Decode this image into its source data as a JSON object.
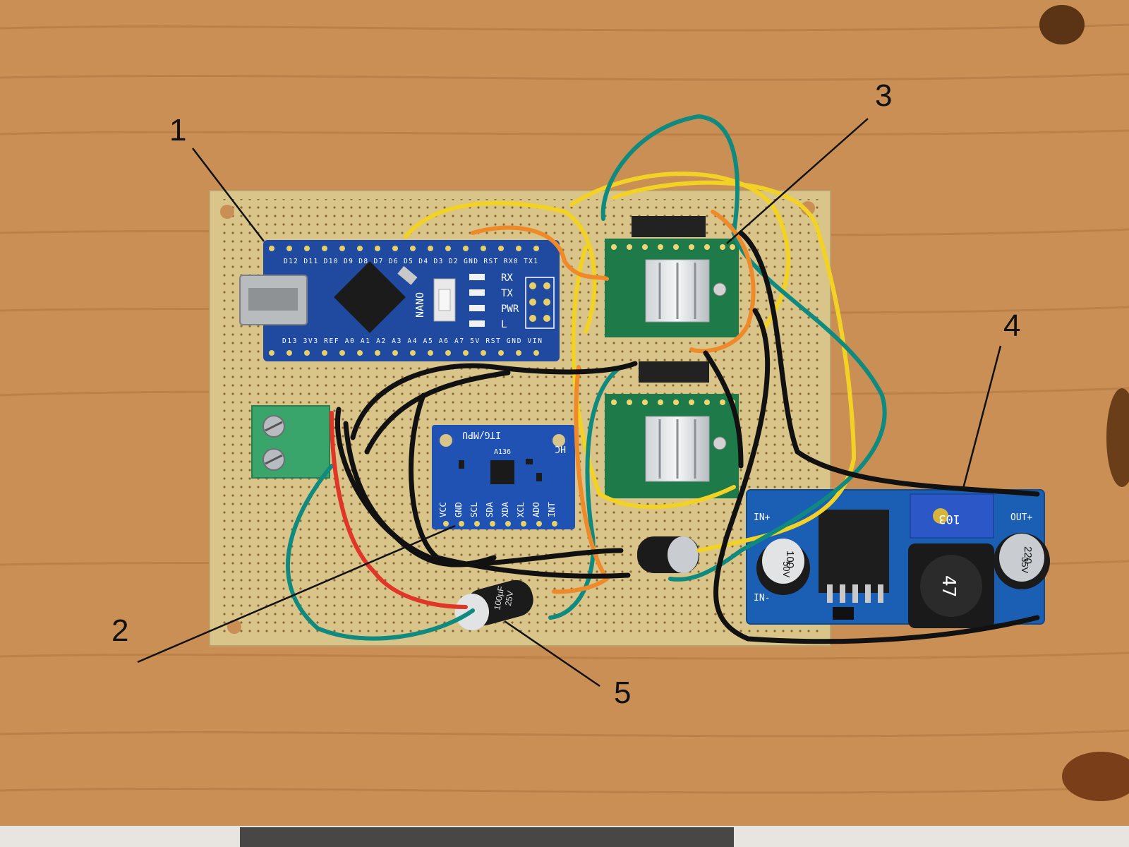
{
  "callouts": [
    {
      "id": "1",
      "label": "1"
    },
    {
      "id": "2",
      "label": "2"
    },
    {
      "id": "3",
      "label": "3"
    },
    {
      "id": "4",
      "label": "4"
    },
    {
      "id": "5",
      "label": "5"
    }
  ],
  "nano": {
    "top_pins": "D12 D11 D10 D9 D8 D7 D6 D5 D4 D3 D2 GND RST RX0 TX1",
    "bottom_pins": "D13 3V3 REF A0 A1 A2 A3 A4 A5 A6 A7 5V RST GND VIN",
    "name": "NANO",
    "led_rx": "RX",
    "led_tx": "TX",
    "led_pwr": "PWR",
    "led_l": "L"
  },
  "mpu": {
    "title": "ITG/MPU",
    "hc": "HC",
    "chip": "A136",
    "pins": [
      "VCC",
      "GND",
      "SCL",
      "SDA",
      "XDA",
      "XCL",
      "ADO",
      "INT"
    ]
  },
  "buck": {
    "in_plus": "IN+",
    "in_minus": "IN-",
    "out_plus": "OUT+",
    "pot": "103",
    "cap1_value": "100",
    "cap1_voltage": "50V",
    "cap2_value": "220",
    "cap2_voltage": "35V",
    "inductor": "47"
  },
  "cap_small": {
    "value": "100µF",
    "voltage": "25V"
  },
  "colors": {
    "wood": "#c98f55",
    "perfboard": "#d9c48a",
    "nano_pcb": "#1f4aa0",
    "driver_pcb": "#1f7a4a",
    "terminal": "#3aa56a",
    "buck_pcb": "#1a5fb4",
    "wire_yellow": "#f2d224",
    "wire_teal": "#0f8a7e",
    "wire_orange": "#ef8a2a",
    "wire_black": "#111111",
    "wire_red": "#e0362a"
  }
}
